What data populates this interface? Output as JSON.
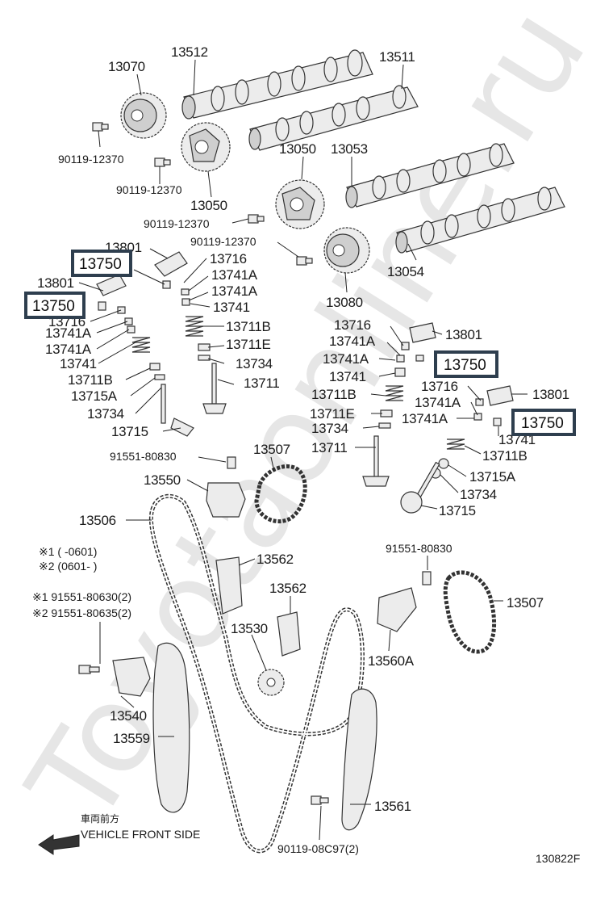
{
  "watermark": "Toyotaonline.ru",
  "labels": {
    "p13070": "13070",
    "p13512": "13512",
    "p13511": "13511",
    "p90119_a": "90119-12370",
    "p90119_b": "90119-12370",
    "p13050_a": "13050",
    "p13050_b": "13050",
    "p13053": "13053",
    "p90119_c": "90119-12370",
    "p90119_d": "90119-12370",
    "p13054": "13054",
    "p13080": "13080",
    "p13801_a": "13801",
    "p13716_a": "13716",
    "p13741A_a": "13741A",
    "p13741A_b": "13741A",
    "p13741_a": "13741",
    "p13801_b": "13801",
    "p13716_b": "13716",
    "p13741A_c": "13741A",
    "p13741A_d": "13741A",
    "p13741_b": "13741",
    "p13711B_a": "13711B",
    "p13715A_a": "13715A",
    "p13734_a": "13734",
    "p13715_a": "13715",
    "p13711B_b": "13711B",
    "p13711E_a": "13711E",
    "p13734_b": "13734",
    "p13711_a": "13711",
    "p13716_c": "13716",
    "p13741A_e": "13741A",
    "p13741A_f": "13741A",
    "p13741_c": "13741",
    "p13801_c": "13801",
    "p13711B_c": "13711B",
    "p13711E_b": "13711E",
    "p13734_c": "13734",
    "p13711_b": "13711",
    "p13716_d": "13716",
    "p13741A_g": "13741A",
    "p13741A_h": "13741A",
    "p13801_d": "13801",
    "p13741_d": "13741",
    "p13711B_d": "13711B",
    "p13715A_b": "13715A",
    "p13734_d": "13734",
    "p13715_b": "13715",
    "p91551_a": "91551-80830",
    "p13507_a": "13507",
    "p13550": "13550",
    "p13506": "13506",
    "p13562_a": "13562",
    "p13562_b": "13562",
    "p13530": "13530",
    "p91551_b": "91551-80830",
    "p13507_b": "13507",
    "p13560A": "13560A",
    "p13540": "13540",
    "p13559": "13559",
    "p13561": "13561",
    "p90119_e": "90119-08C97(2)"
  },
  "highlighted": [
    "13750",
    "13750",
    "13750",
    "13750"
  ],
  "notes": {
    "n1": "※1 (        -0601)",
    "n2": "※2 (0601-        )",
    "n3": "※1  91551-80630(2)",
    "n4": "※2  91551-80635(2)"
  },
  "direction": {
    "jp": "車両前方",
    "en": "VEHICLE FRONT SIDE"
  },
  "figure_code": "130822F"
}
